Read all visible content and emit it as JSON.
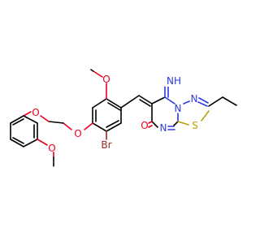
{
  "atoms": {
    "imine_nh": "NH",
    "ring_n1": "N",
    "ring_n2": "N",
    "ring_n3": "N",
    "sulfur": "S",
    "carbonyl_o": "O",
    "ome_top_o": "O",
    "ether_o1": "O",
    "ether_o2": "O",
    "ome_left_o": "O",
    "bromine": "Br"
  },
  "colors": {
    "carbon": "#000000",
    "oxygen": "#e8001c",
    "nitrogen": "#2f3ae0",
    "sulfur": "#b8a000",
    "bromine": "#9b2a1e"
  }
}
